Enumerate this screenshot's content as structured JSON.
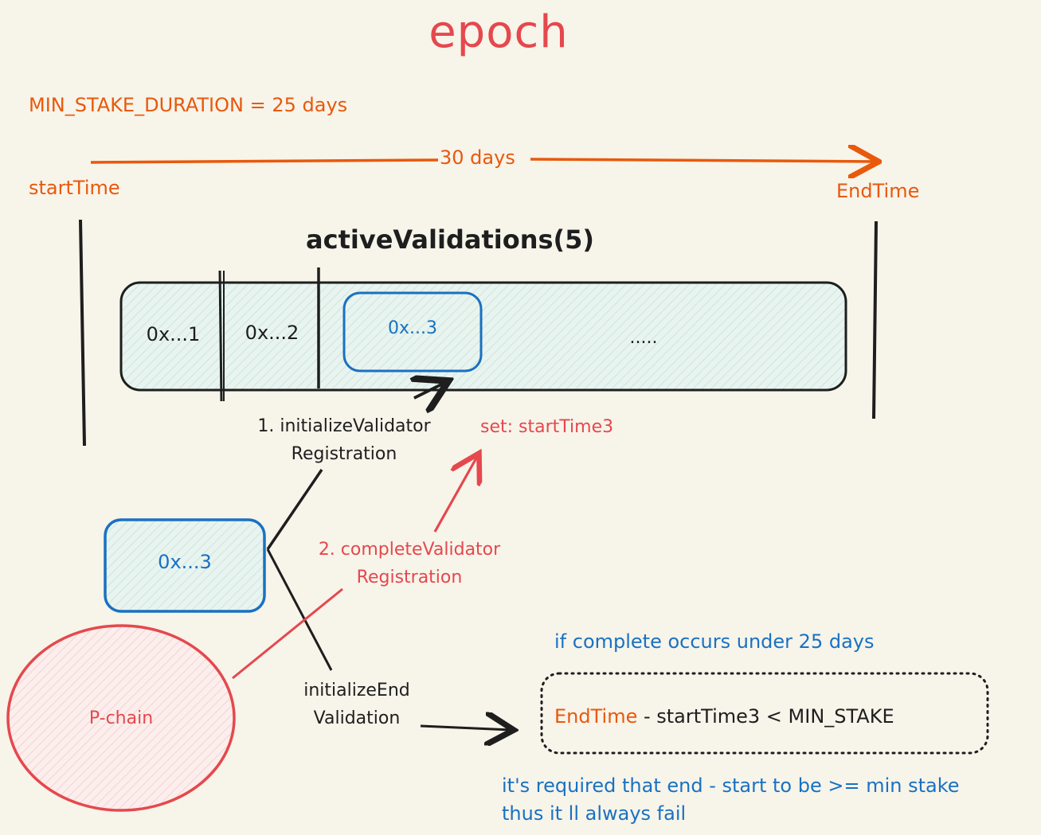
{
  "title": "epoch",
  "min_stake_duration": "MIN_STAKE_DURATION = 25 days",
  "timeline": {
    "start_label": "startTime",
    "end_label": "EndTime",
    "duration_label": "30 days"
  },
  "active_validations": {
    "label": "activeValidations(5)",
    "cells": [
      "0x...1",
      "0x...2",
      "0x...3",
      "....."
    ]
  },
  "pending_validator": "0x...3",
  "p_chain": "P-chain",
  "steps": {
    "step1_line1": "1. initializeValidator",
    "step1_line2": "Registration",
    "step2_line1": "2. completeValidator",
    "step2_line2": "Registration",
    "set_start": "set: startTime3",
    "end_line1": "initializeEnd",
    "end_line2": "Validation"
  },
  "condition": {
    "note": "if complete occurs under 25 days",
    "end_time": "EndTime",
    "rest": " - startTime3 < MIN_STAKE"
  },
  "conclusion": {
    "line1": "it's required that end - start to be >= min stake",
    "line2": "thus it ll always fail"
  },
  "colors": {
    "orange": "#e8590c",
    "red": "#e5484d",
    "blue": "#1971c2",
    "box_fill": "#eaf5f1",
    "pchain_fill": "#fdecec",
    "background": "#f7f4ea"
  }
}
